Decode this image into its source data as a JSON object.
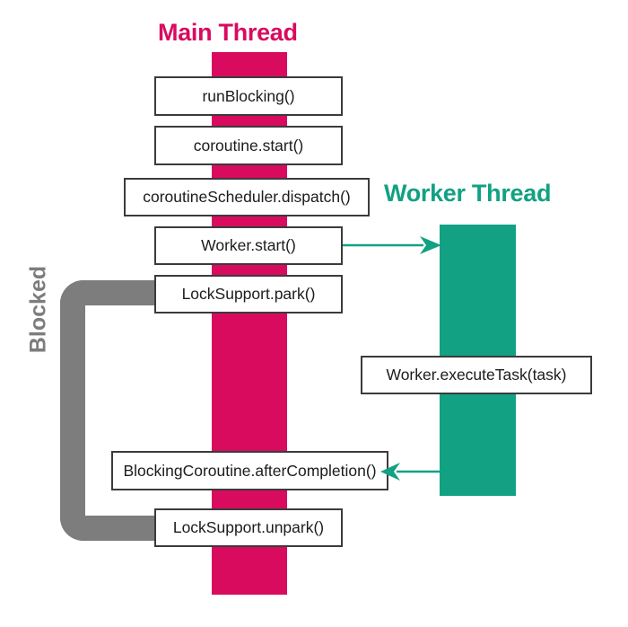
{
  "diagram": {
    "title_main": "Main Thread",
    "title_worker": "Worker Thread",
    "blocked_label": "Blocked",
    "colors": {
      "main_thread": "#d80b5f",
      "worker_thread": "#12a182",
      "blocked": "#7d7d7d",
      "box_border": "#3b3b3b",
      "background": "#ffffff"
    }
  },
  "main_thread": {
    "label": "Main Thread",
    "calls": [
      {
        "label": "runBlocking()"
      },
      {
        "label": "coroutine.start()"
      },
      {
        "label": "coroutineScheduler.dispatch()"
      },
      {
        "label": "Worker.start()"
      },
      {
        "label": "LockSupport.park()"
      },
      {
        "label": "BlockingCoroutine.afterCompletion()"
      },
      {
        "label": "LockSupport.unpark()"
      }
    ]
  },
  "worker_thread": {
    "label": "Worker Thread",
    "calls": [
      {
        "label": "Worker.executeTask(task)"
      }
    ]
  },
  "arrows": [
    {
      "name": "start-to-worker",
      "direction": "right",
      "from": "Worker.start()",
      "to": "Worker Thread"
    },
    {
      "name": "worker-to-completion",
      "direction": "left",
      "from": "Worker Thread",
      "to": "BlockingCoroutine.afterCompletion()"
    }
  ],
  "blocked_region": {
    "label": "Blocked",
    "from": "LockSupport.park()",
    "to": "LockSupport.unpark()"
  }
}
